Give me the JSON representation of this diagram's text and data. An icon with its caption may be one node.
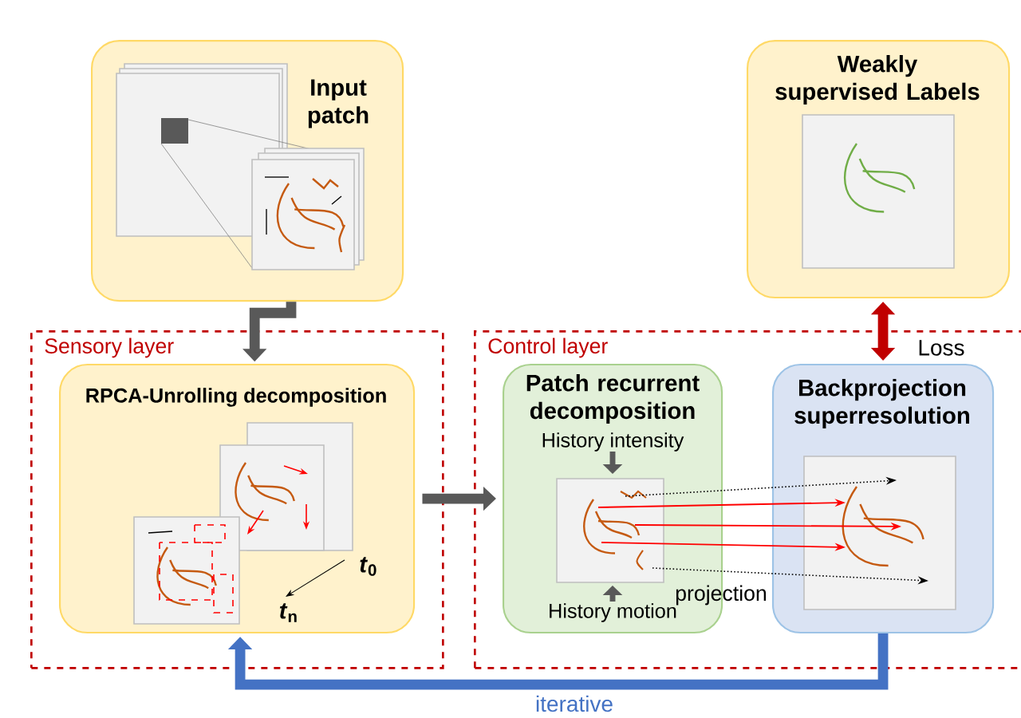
{
  "diagram": {
    "nodes": [
      {
        "text": [
          "Input patch"
        ]
      },
      {
        "text": [
          "Weakly supervised Labels"
        ]
      },
      {
        "text": [
          "Sensory layer"
        ]
      },
      {
        "text": [
          "RPCA-Unrolling decomposition"
        ],
        "in": 2
      },
      {
        "text": [
          "Control layer"
        ]
      },
      {
        "text": [
          "Patch recurrent decomposition",
          "History intensity",
          "History motion"
        ],
        "in": 4
      },
      {
        "text": [
          "Backprojection superresolution"
        ],
        "in": 4
      }
    ],
    "edges": [
      {
        "from": 0,
        "to": 3,
        "arrow": "to",
        "style": "thick",
        "color": "#595959"
      },
      {
        "from": 3,
        "to": 5,
        "arrow": "to",
        "style": "thick",
        "color": "#595959"
      },
      {
        "from": 6,
        "to": 1,
        "arrow": "both",
        "label": "Loss",
        "style": "thick",
        "color": "#c00000"
      },
      {
        "from": 6,
        "to": 3,
        "arrow": "to",
        "label": "iterative",
        "style": "thick",
        "color": "#4472c4"
      },
      {
        "from": 5,
        "to": 6,
        "arrow": "to",
        "style": "dashed",
        "color": "#000000"
      },
      {
        "from": 5,
        "to": 6,
        "arrow": "to"
      },
      {
        "from": 5,
        "to": 6,
        "arrow": "to"
      },
      {
        "from": 5,
        "to": 6,
        "arrow": "to"
      },
      {
        "from": 5,
        "to": 6,
        "arrow": "to",
        "style": "dashed",
        "color": "#000000"
      }
    ],
    "labels": [
      "*t*$_{0}$",
      "*t*$_{n}$",
      "projection"
    ]
  }
}
